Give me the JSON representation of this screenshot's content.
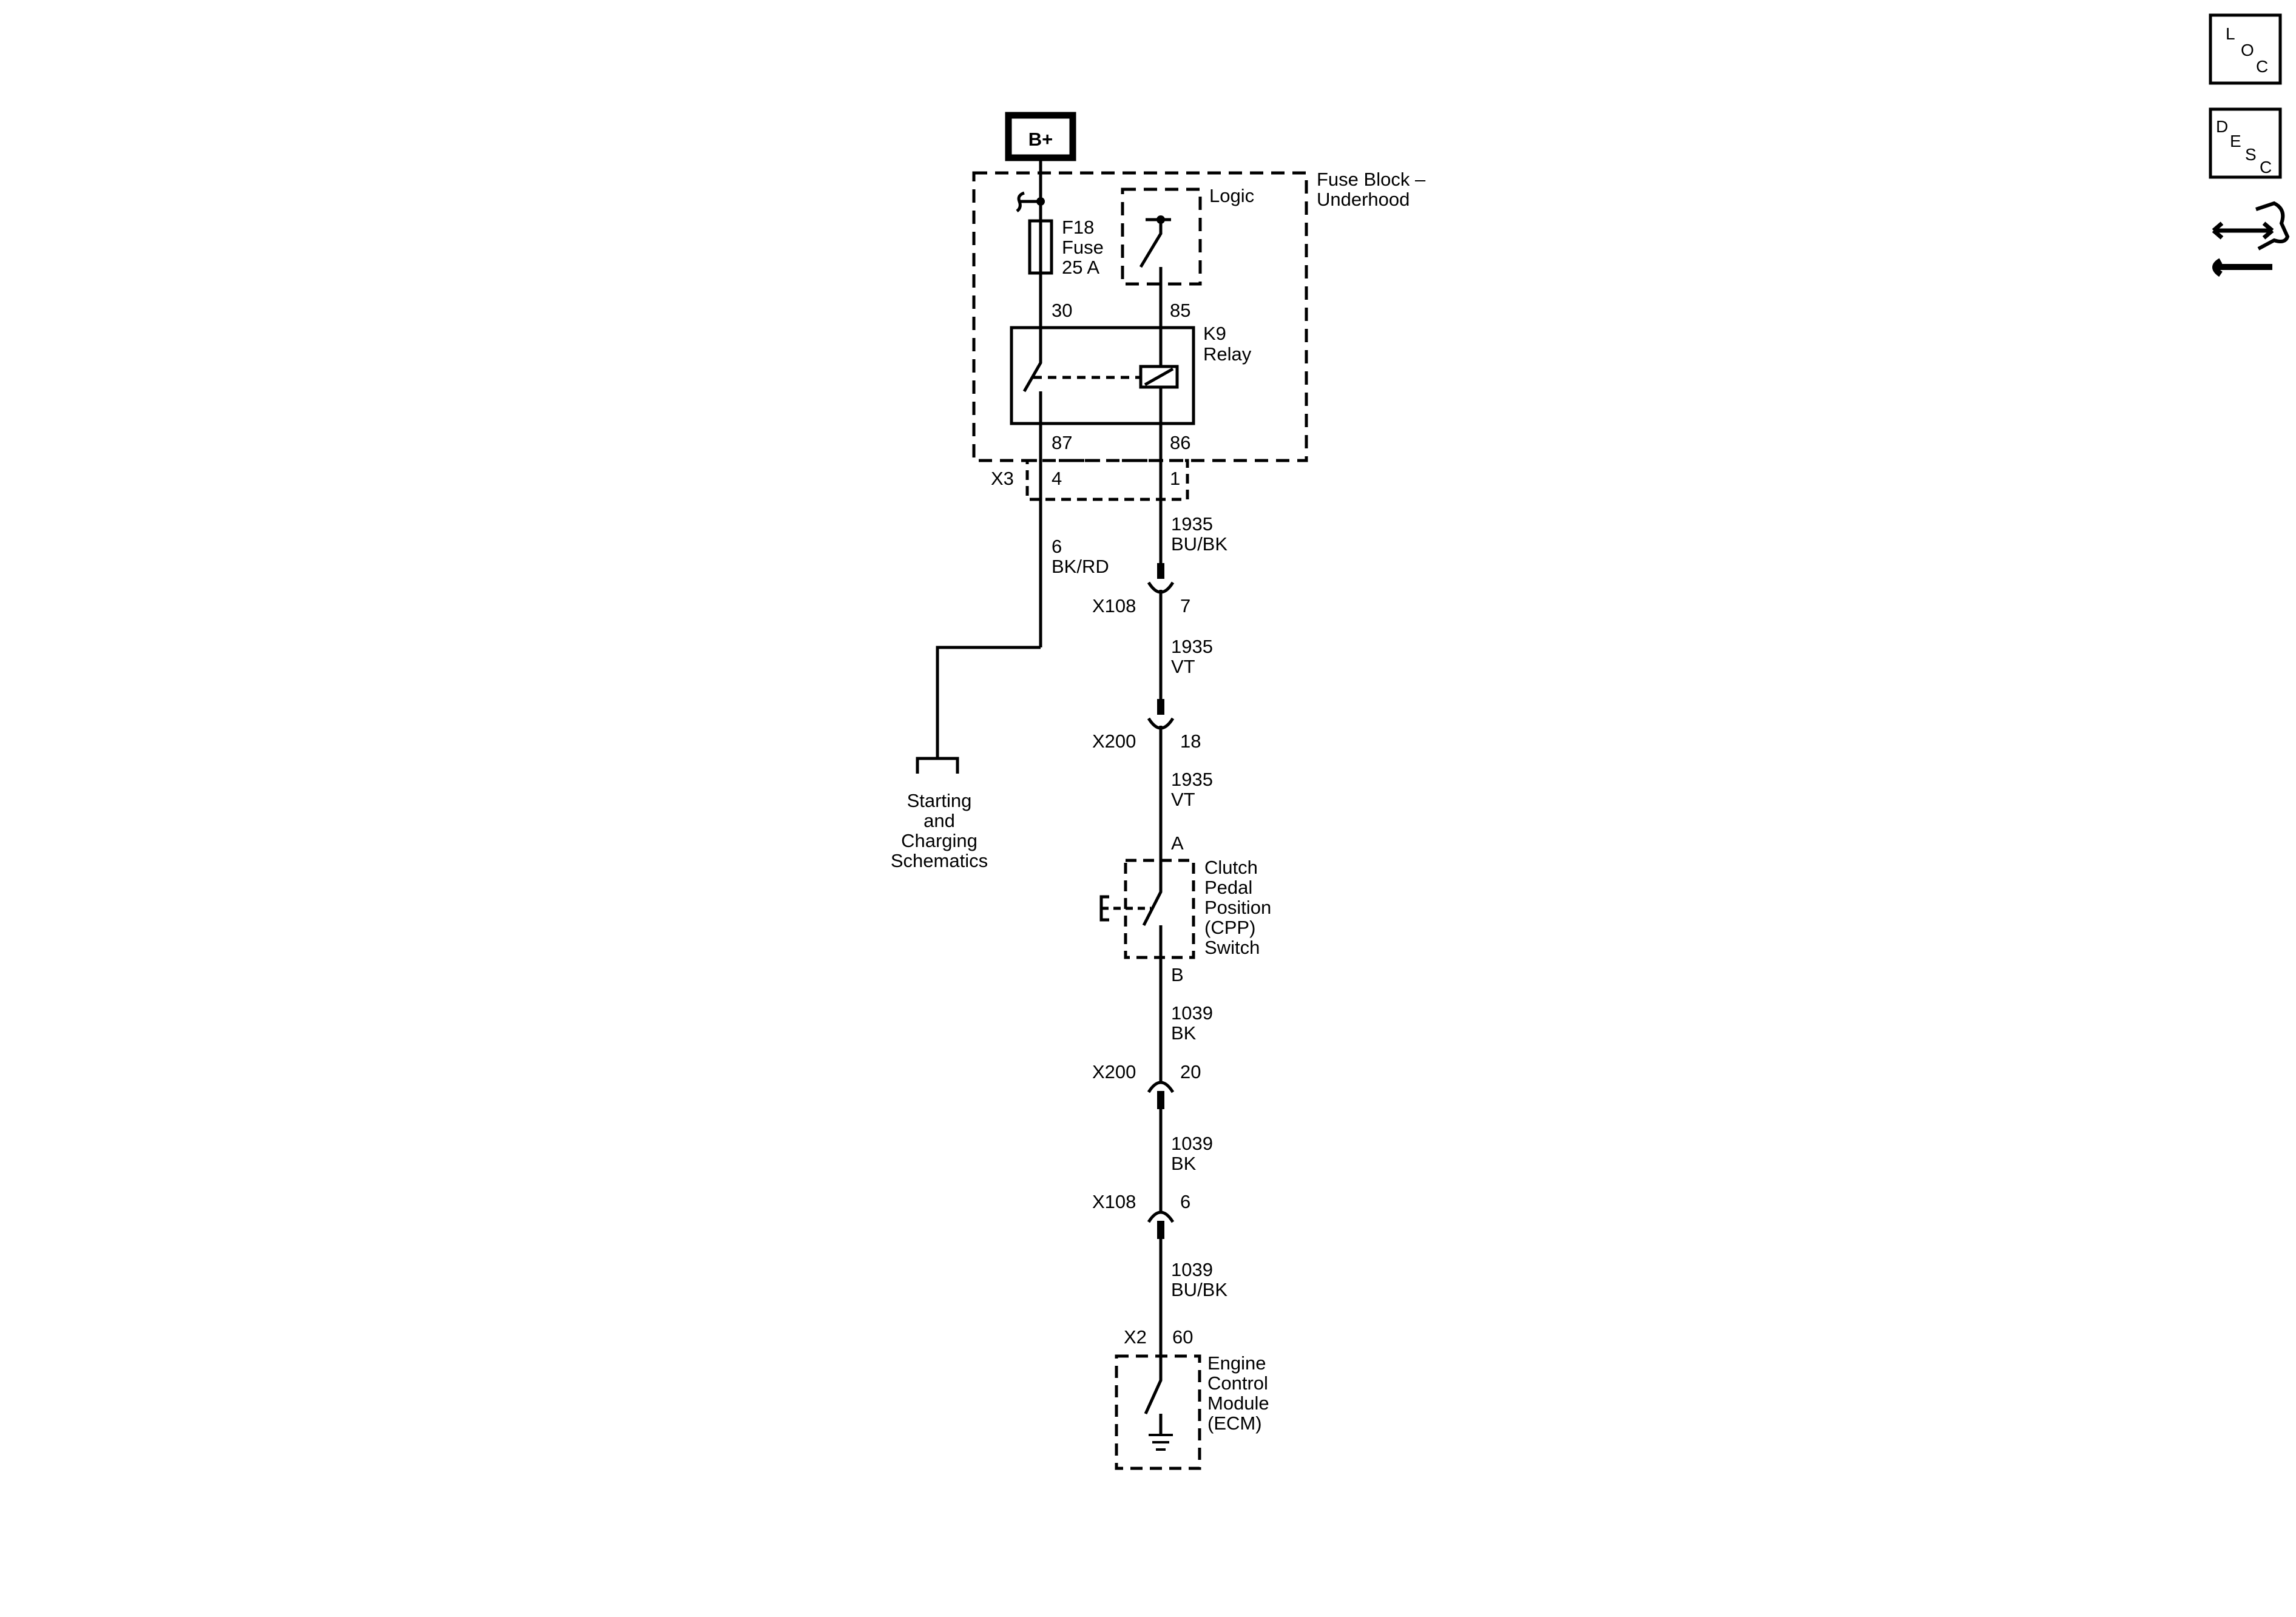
{
  "power": {
    "label": "B+"
  },
  "fuse_block": {
    "line1": "Fuse Block –",
    "line2": "Underhood"
  },
  "logic": {
    "label": "Logic"
  },
  "fuse": {
    "line1": "F18",
    "line2": "Fuse",
    "line3": "25 A"
  },
  "relay": {
    "line1": "K9",
    "line2": "Relay",
    "pin30": "30",
    "pin85": "85",
    "pin87": "87",
    "pin86": "86"
  },
  "x3": {
    "name": "X3",
    "pin4": "4",
    "pin1": "1"
  },
  "wires": {
    "w6_num": "6",
    "w6_color": "BK/RD",
    "w1935a_num": "1935",
    "w1935a_color": "BU/BK",
    "w1935b_num": "1935",
    "w1935b_color": "VT",
    "w1935c_num": "1935",
    "w1935c_color": "VT",
    "w1039a_num": "1039",
    "w1039a_color": "BK",
    "w1039b_num": "1039",
    "w1039b_color": "BK",
    "w1039c_num": "1039",
    "w1039c_color": "BU/BK"
  },
  "connectors": {
    "x108a_name": "X108",
    "x108a_pin": "7",
    "x200a_name": "X200",
    "x200a_pin": "18",
    "x200b_name": "X200",
    "x200b_pin": "20",
    "x108b_name": "X108",
    "x108b_pin": "6",
    "x2_name": "X2",
    "x2_pin": "60"
  },
  "starting": {
    "line1": "Starting",
    "line2": "and",
    "line3": "Charging",
    "line4": "Schematics"
  },
  "cpp": {
    "pinA": "A",
    "pinB": "B",
    "line1": "Clutch",
    "line2": "Pedal",
    "line3": "Position",
    "line4": "(CPP)",
    "line5": "Switch"
  },
  "ecm": {
    "line1": "Engine",
    "line2": "Control",
    "line3": "Module",
    "line4": "(ECM)"
  },
  "icons": {
    "loc": {
      "l1": "L",
      "l2": "O",
      "l3": "C"
    },
    "desc": {
      "l1": "D",
      "l2": "E",
      "l3": "S",
      "l4": "C"
    },
    "service_icon": "connector-wrench-icon"
  }
}
